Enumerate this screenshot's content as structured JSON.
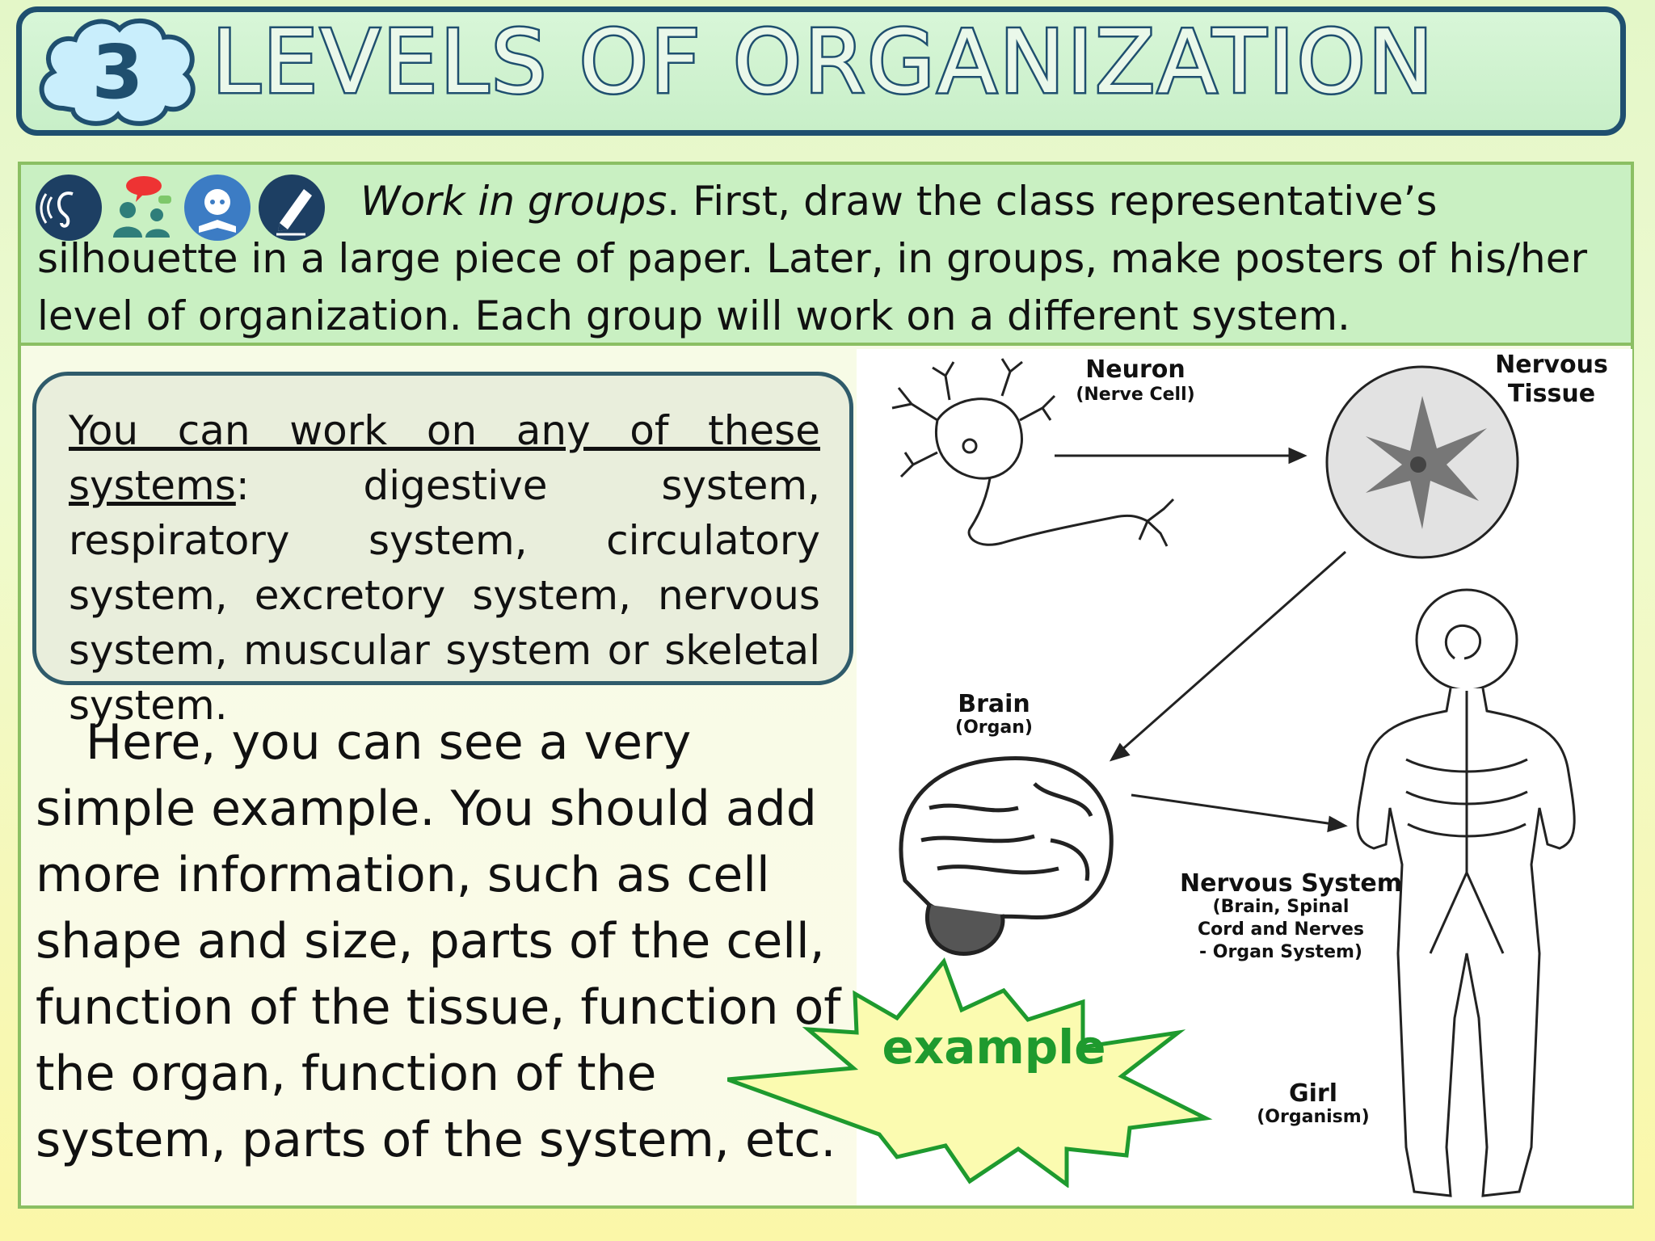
{
  "header": {
    "number": "3",
    "title": "LEVELS OF ORGANIZATION"
  },
  "instructions": {
    "icons": [
      "listening-icon",
      "speaking-icon",
      "reading-icon",
      "writing-icon"
    ],
    "lead": "Work in groups",
    "text": ". First, draw the class representative’s silhouette in a large piece of paper. Later, in groups, make posters of his/her level of organization. Each group will work on a different system."
  },
  "systems": {
    "heading": "You can work on any of these systems",
    "text": ": digestive system, respiratory system, circulatory system, excretory system, nervous system, muscular system or skeletal system."
  },
  "example_paragraph": {
    "text": "Here, you can see a very simple example. You should add more information, such as cell shape and size, parts of the cell, function of the tissue, function of the organ, function of the system, parts of the system, etc."
  },
  "diagram": {
    "neuron": {
      "title": "Neuron",
      "sub": "(Nerve Cell)"
    },
    "tissue": {
      "title": "Nervous",
      "title2": "Tissue"
    },
    "brain": {
      "title": "Brain",
      "sub": "(Organ)"
    },
    "system": {
      "title": "Nervous System",
      "sub1": "(Brain, Spinal",
      "sub2": "Cord and Nerves",
      "sub3": "- Organ System)"
    },
    "girl": {
      "title": "Girl",
      "sub": "(Organism)"
    }
  },
  "burst": {
    "label": "example"
  },
  "colors": {
    "title_outline": "#1f4f6f",
    "instruction_bg": "#c9f0c2",
    "systems_border": "#2f5b6b",
    "burst_fill": "#fbfbb0",
    "burst_stroke": "#1e9a2e"
  }
}
